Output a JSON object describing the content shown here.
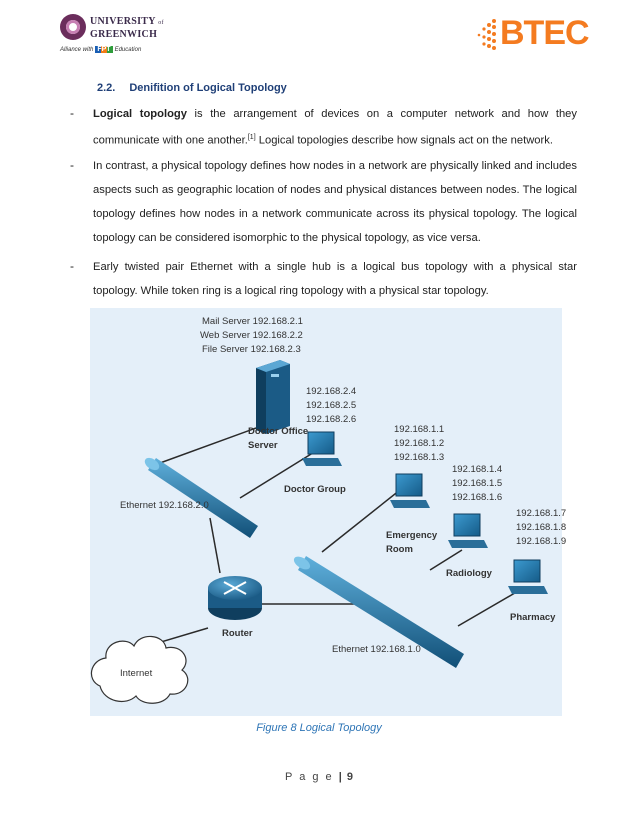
{
  "header": {
    "university_line1": "UNIVERSITY",
    "university_of": "of",
    "university_line2": "GREENWICH",
    "alliance_prefix": "Alliance with",
    "alliance_brand": "FPT",
    "alliance_suffix": "Education",
    "btec": "BTEC"
  },
  "section": {
    "number": "2.2.",
    "title": "Denifition of Logical Topology"
  },
  "bullets": {
    "marker": "-",
    "p1_bold": "Logical topology",
    "p1_rest": " is the arrangement of devices on a computer network and how they communicate with one another.",
    "p1_ref": "[1]",
    "p1_tail": " Logical topologies describe how signals act on the network.",
    "p2": "In contrast, a physical topology defines how nodes in a network are physically linked and includes aspects such as geographic location of nodes and physical distances between nodes. The logical topology defines how nodes in a network communicate across its physical topology. The logical topology can be considered isomorphic to the physical topology, as vice versa.",
    "p3": "Early twisted pair Ethernet with a single hub is a logical bus topology with a physical star topology. While token ring is a logical ring topology with a physical star topology."
  },
  "diagram": {
    "server_list": [
      "Mail Server 192.168.2.1",
      "Web Server 192.168.2.2",
      "File Server 192.168.2.3"
    ],
    "server_ips": [
      "192.168.2.4",
      "192.168.2.5",
      "192.168.2.6"
    ],
    "server_label": [
      "Doctor Office",
      "Server"
    ],
    "doctor_group": "Doctor Group",
    "ethernet2": "Ethernet 192.168.2.0",
    "emergency_ips": [
      "192.168.1.1",
      "192.168.1.2",
      "192.168.1.3"
    ],
    "emergency_label": [
      "Emergency",
      "Room"
    ],
    "radiology_ips": [
      "192.168.1.4",
      "192.168.1.5",
      "192.168.1.6"
    ],
    "radiology_label": "Radiology",
    "pharmacy_ips": [
      "192.168.1.7",
      "192.168.1.8",
      "192.168.1.9"
    ],
    "pharmacy_label": "Pharmacy",
    "router_label": "Router",
    "internet_label": "Internet",
    "ethernet1": "Ethernet 192.168.1.0"
  },
  "caption": "Figure 8 Logical Topology",
  "footer": {
    "page_word": "P a g e",
    "separator": "|",
    "page_number": "9"
  },
  "colors": {
    "heading": "#1f3f77",
    "caption": "#2e75b6",
    "btec_orange": "#f47b20",
    "cable_blue": "#1b6f9e",
    "diagram_bg": "#e4eff9"
  }
}
